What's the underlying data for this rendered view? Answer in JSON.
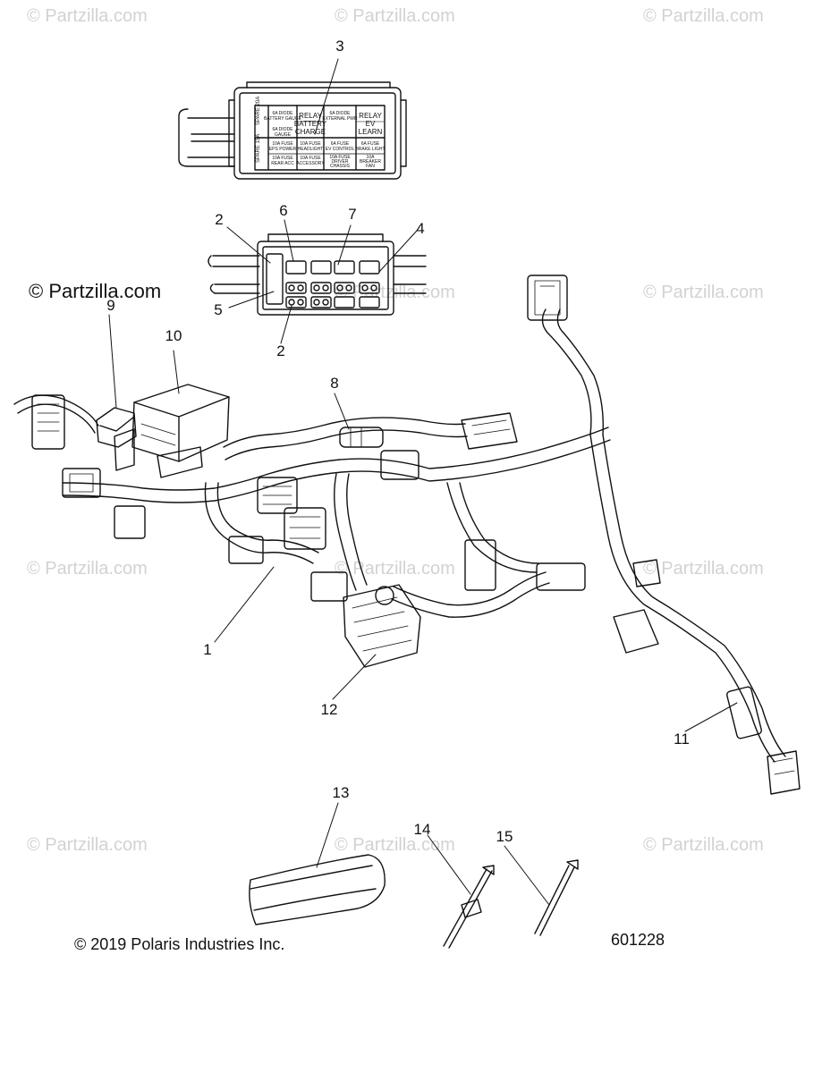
{
  "watermark": "© Partzilla.com",
  "brand_watermark": "© Partzilla.com",
  "copyright": "© 2019 Polaris Industries Inc.",
  "diagram_number": "601228",
  "callouts": {
    "c1": "1",
    "c2a": "2",
    "c2b": "2",
    "c3": "3",
    "c4": "4",
    "c5": "5",
    "c6": "6",
    "c7": "7",
    "c8": "8",
    "c9": "9",
    "c10": "10",
    "c11": "11",
    "c12": "12",
    "c13": "13",
    "c14": "14",
    "c15": "15"
  },
  "fuse_box_labels": {
    "side_top": "SPARE 20A",
    "side_bottom": "SPARE 15A",
    "relay_battery": [
      "RELAY",
      "BATTERY",
      "CHARGE"
    ],
    "relay_ev": [
      "RELAY",
      "EV",
      "LEARN"
    ],
    "diode_battery": [
      "6A DIODE",
      "BATTERY GAUGE"
    ],
    "diode_ext": [
      "6A DIODE",
      "EXTERNAL PWR"
    ],
    "diode_gauge": [
      "6A DIODE",
      "GAUGE"
    ],
    "fuse_eps": [
      "10A FUSE",
      "EPS POWER"
    ],
    "fuse_headlight": [
      "10A FUSE",
      "HEADLIGHT"
    ],
    "fuse_ev": [
      "6A FUSE",
      "EV CONTROL"
    ],
    "fuse_brake": [
      "6A FUSE",
      "BRAKE LIGHT"
    ],
    "fuse_rear": [
      "10A FUSE",
      "REAR ACC"
    ],
    "fuse_accessory": [
      "10A FUSE",
      "ACCESSORY"
    ],
    "fuse_driver": [
      "10A FUSE",
      "DRIVER",
      "CHASSIS"
    ],
    "fuse_fan": [
      "10A",
      "BREAKER",
      "FAN"
    ]
  },
  "colors": {
    "line": "#111111",
    "watermark": "#d2d2d2",
    "background": "#ffffff"
  }
}
